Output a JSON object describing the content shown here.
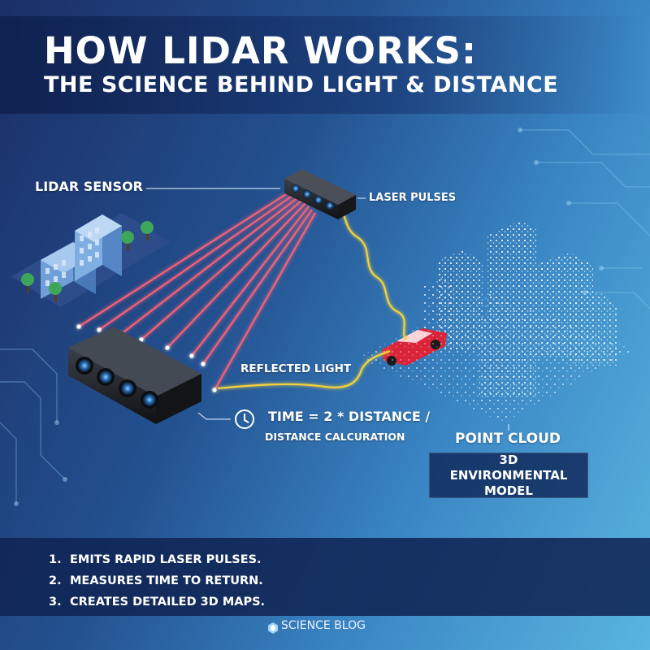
{
  "header": {
    "title": "HOW LIDAR WORKS:",
    "subtitle": "THE SCIENCE BEHIND LIGHT & DISTANCE"
  },
  "labels": {
    "lidar_sensor": "LIDAR SENSOR",
    "laser_pulses": "LASER PULSES",
    "reflected_light": "REFLECTED LIGHT",
    "formula": "TIME = 2 * DISTANCE /",
    "calculation": "DISTANCE CALCURATION",
    "point_cloud": "POINT CLOUD",
    "model": "3D ENVIRONMENTAL MODEL"
  },
  "steps": [
    {
      "num": "1.",
      "text": "EMITS RAPID LASER PULSES."
    },
    {
      "num": "2.",
      "text": "MEASURES TIME TO RETURN."
    },
    {
      "num": "3.",
      "text": "CREATES DETAILED 3D MAPS."
    }
  ],
  "brand": "SCIENCE BLOG",
  "icons": [
    "clock-icon",
    "science-blog-logo-icon",
    "lidar-sensor-icon",
    "car-icon",
    "building-icon",
    "tree-icon"
  ],
  "colors": {
    "laser": "#ff5b6e",
    "signal": "#f2d23c",
    "car": "#e0243a",
    "header_band": "#0e204e",
    "footer_band": "#102454"
  }
}
